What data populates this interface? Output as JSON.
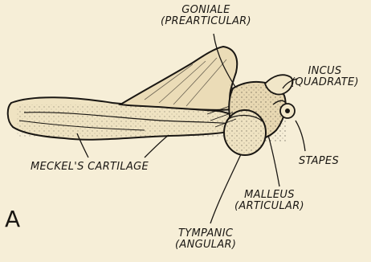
{
  "labels": {
    "goniale": {
      "line1": "GONIALE",
      "line2": "(PREARTICULAR)"
    },
    "incus": {
      "line1": "INCUS",
      "line2": "(QUADRATE)"
    },
    "stapes": "STAPES",
    "meckel": "MECKEL'S CARTILAGE",
    "malleus": {
      "line1": "MALLEUS",
      "line2": "(ARTICULAR)"
    },
    "tympanic": {
      "line1": "TYMPANIC",
      "line2": "(ANGULAR)"
    }
  },
  "panel_letter": "A",
  "colors": {
    "background": "#f6eed7",
    "ink": "#1a1713"
  }
}
